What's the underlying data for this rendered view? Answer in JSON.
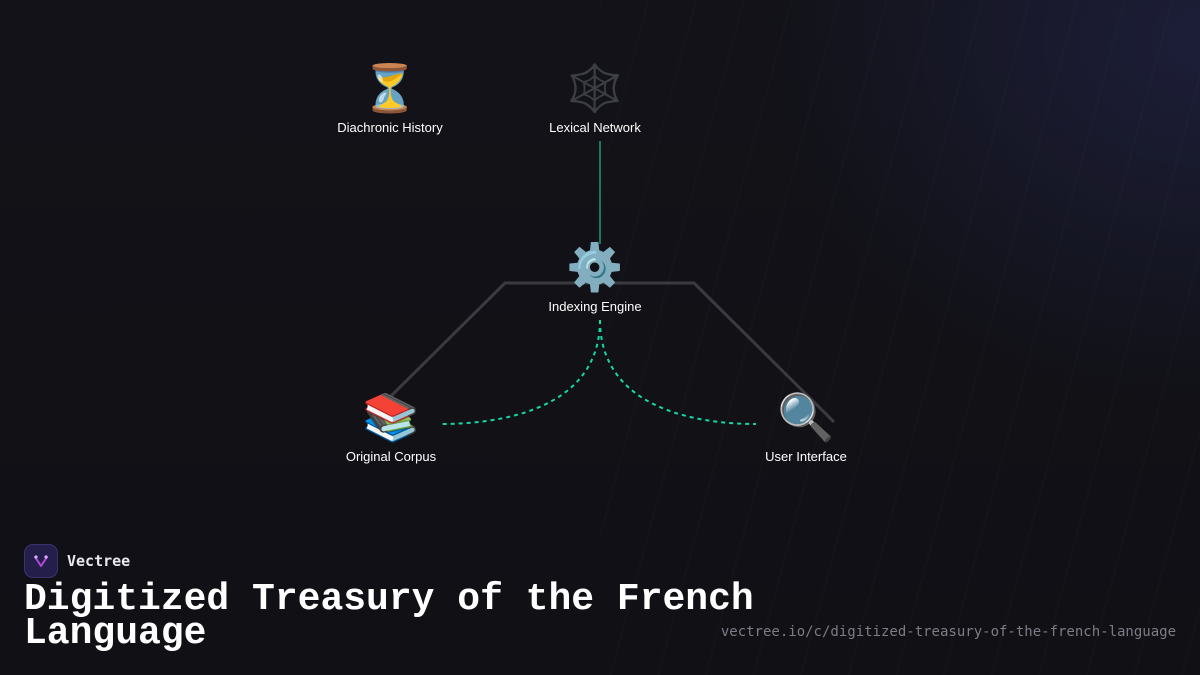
{
  "diagram": {
    "nodes": [
      {
        "id": "diachronic-history",
        "label": "Diachronic History",
        "icon": "⏳",
        "icon_name": "hourglass-icon"
      },
      {
        "id": "lexical-network",
        "label": "Lexical Network",
        "icon": "🕸️",
        "icon_name": "spider-web-icon"
      },
      {
        "id": "indexing-engine",
        "label": "Indexing Engine",
        "icon": "⚙️",
        "icon_name": "gear-icon"
      },
      {
        "id": "original-corpus",
        "label": "Original Corpus",
        "icon": "📚",
        "icon_name": "books-icon"
      },
      {
        "id": "user-interface",
        "label": "User Interface",
        "icon": "🔍",
        "icon_name": "magnifier-icon"
      }
    ],
    "colors": {
      "accent": "#14d9a4",
      "solid_link": "#1f9a76",
      "tree_link": "#3a3a40"
    }
  },
  "footer": {
    "brand": "Vectree",
    "title": "Digitized Treasury of the French Language",
    "url": "vectree.io/c/digitized-treasury-of-the-french-language"
  }
}
